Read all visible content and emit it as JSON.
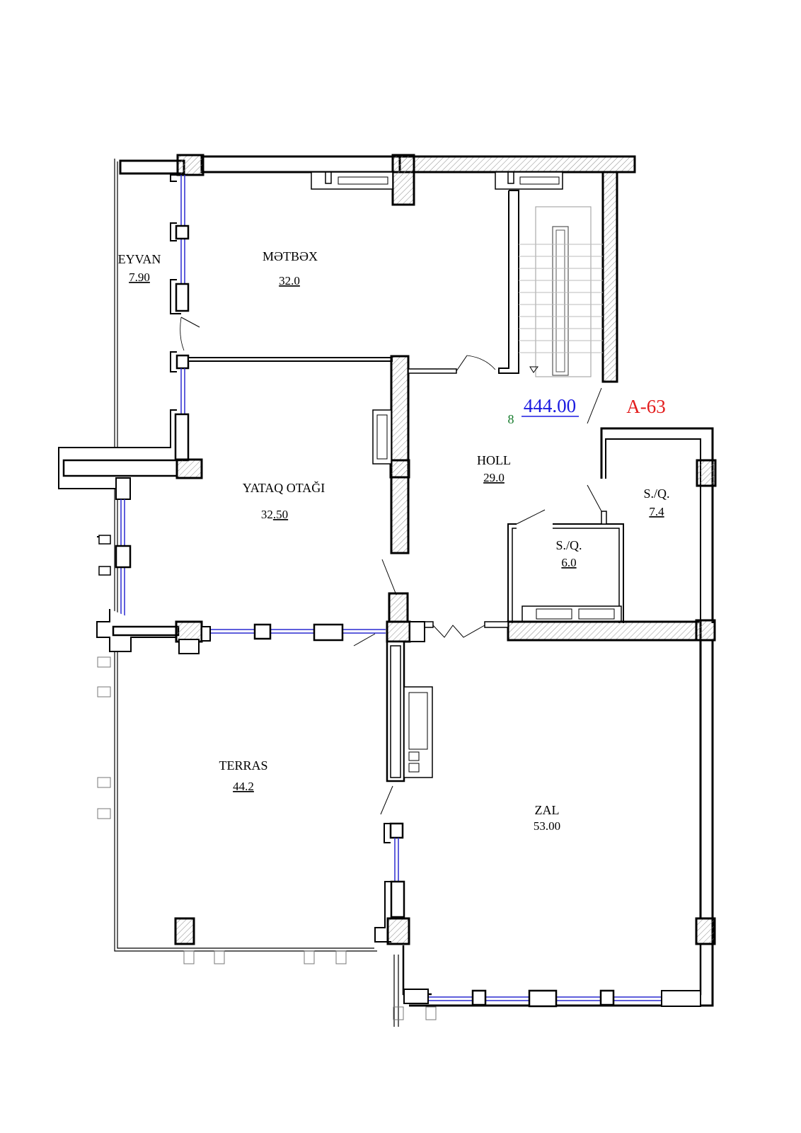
{
  "plan": {
    "apartment_id": "A-63",
    "floor_number": "8",
    "total_area": "444.00",
    "colors": {
      "wall": "#000000",
      "hatch": "#8a8a8a",
      "window": "#2a2ad0",
      "apartment_id": "#e31b1b",
      "total_area": "#1a1ae0",
      "floor_number": "#137a2a"
    }
  },
  "rooms": {
    "eyvan": {
      "name": "EYVAN",
      "area": "7.90"
    },
    "metbex": {
      "name": "MƏTBƏX",
      "area": "32.0"
    },
    "yataq": {
      "name": "YATAQ OTAĞI",
      "area_prefix": "32",
      "area_suffix": ".50"
    },
    "holl": {
      "name": "HOLL",
      "area": "29.0"
    },
    "sq1": {
      "name": "S./Q.",
      "area": "7.4"
    },
    "sq2": {
      "name": "S./Q.",
      "area": "6.0"
    },
    "terras": {
      "name": "TERRAS",
      "area": "44.2"
    },
    "zal": {
      "name": "ZAL",
      "area": "53.00"
    }
  }
}
